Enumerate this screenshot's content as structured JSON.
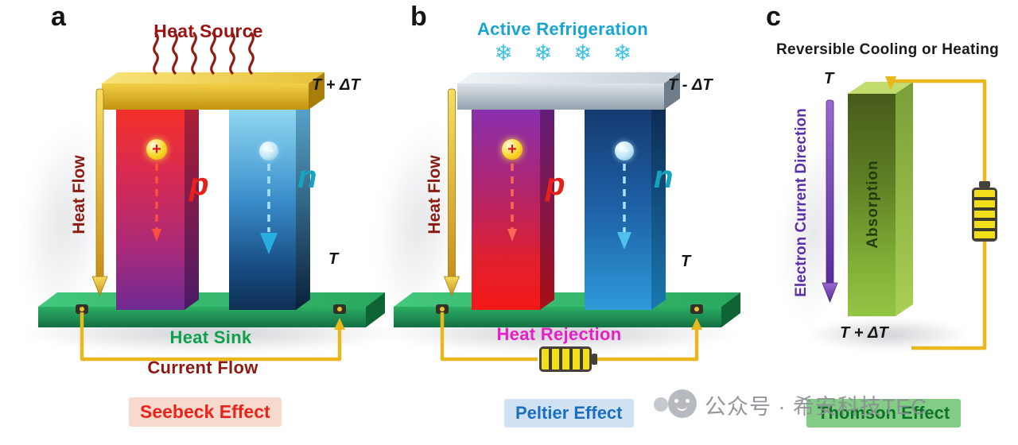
{
  "panel_a": {
    "letter": "a",
    "heading": "Heat Source",
    "temp_hot": "T + ΔT",
    "temp_cold": "T",
    "p_label": "p",
    "n_label": "n",
    "plus_symbol": "+",
    "minus_symbol": "−",
    "heat_flow": "Heat Flow",
    "heat_sink": "Heat Sink",
    "current_flow": "Current Flow",
    "effect": "Seebeck Effect",
    "effect_color": "#e8251c",
    "effect_bg": "#f8d9cd"
  },
  "panel_b": {
    "letter": "b",
    "heading": "Active Refrigeration",
    "snowflakes": "❄ ❄ ❄ ❄",
    "temp_cold": "T - ΔT",
    "temp_ambient": "T",
    "p_label": "p",
    "n_label": "n",
    "plus_symbol": "+",
    "minus_symbol": "−",
    "heat_flow": "Heat Flow",
    "heat_rejection": "Heat Rejection",
    "effect": "Peltier Effect",
    "effect_color": "#1b6fc2",
    "effect_bg": "#cfe1f3"
  },
  "panel_c": {
    "letter": "c",
    "heading": "Reversible Cooling or Heating",
    "temp_top": "T",
    "temp_bottom": "T + ΔT",
    "absorption": "Absorption",
    "electron_current": "Electron Current Direction",
    "effect": "Thomson Effect",
    "effect_color": "#0e7428",
    "effect_bg": "#82cc86"
  },
  "watermark": {
    "text": "公众号 · 希安科技TEC"
  },
  "colors": {
    "heat_text": "#8a1a12",
    "refrigeration_text": "#18a6d0",
    "p_color": "#e8201c",
    "n_color": "#16a3c0",
    "sink_green": "#0ca04c",
    "rejection_magenta": "#e620c6",
    "wire_gold": "#e8b81e",
    "electron_purple": "#5b2fa8"
  }
}
